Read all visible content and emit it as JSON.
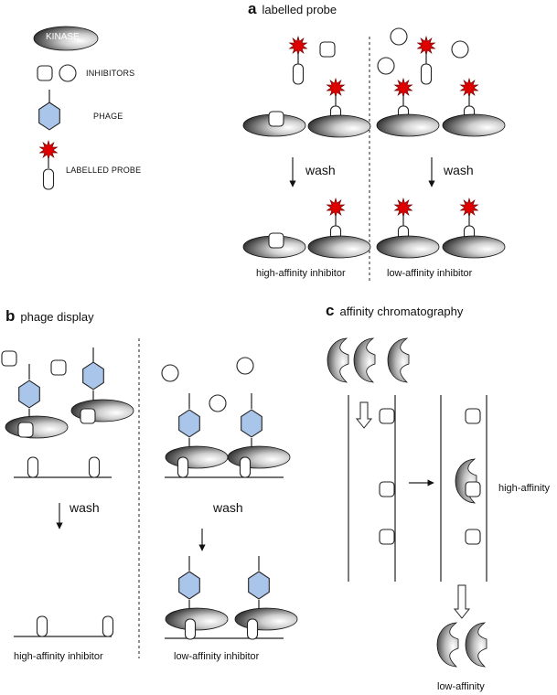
{
  "legend": {
    "kinase": "KINASE",
    "inhibitors": "INHIBITORS",
    "phage": "PHAGE",
    "labelled_probe": "LABELLED PROBE"
  },
  "panel_a": {
    "letter": "a",
    "title": "labelled probe",
    "wash_left": "wash",
    "wash_right": "wash",
    "caption_left": "high-affinity inhibitor",
    "caption_right": "low-affinity inhibitor"
  },
  "panel_b": {
    "letter": "b",
    "title": "phage display",
    "wash_left": "wash",
    "wash_right": "wash",
    "caption_left": "high-affinity inhibitor",
    "caption_right": "low-affinity inhibitor"
  },
  "panel_c": {
    "letter": "c",
    "title": "affinity chromatography",
    "label_high": "high-affinity",
    "label_low": "low-affinity"
  },
  "colors": {
    "phage_fill": "#a9c5ea",
    "probe_star": "#e00000",
    "outline": "#222222"
  }
}
